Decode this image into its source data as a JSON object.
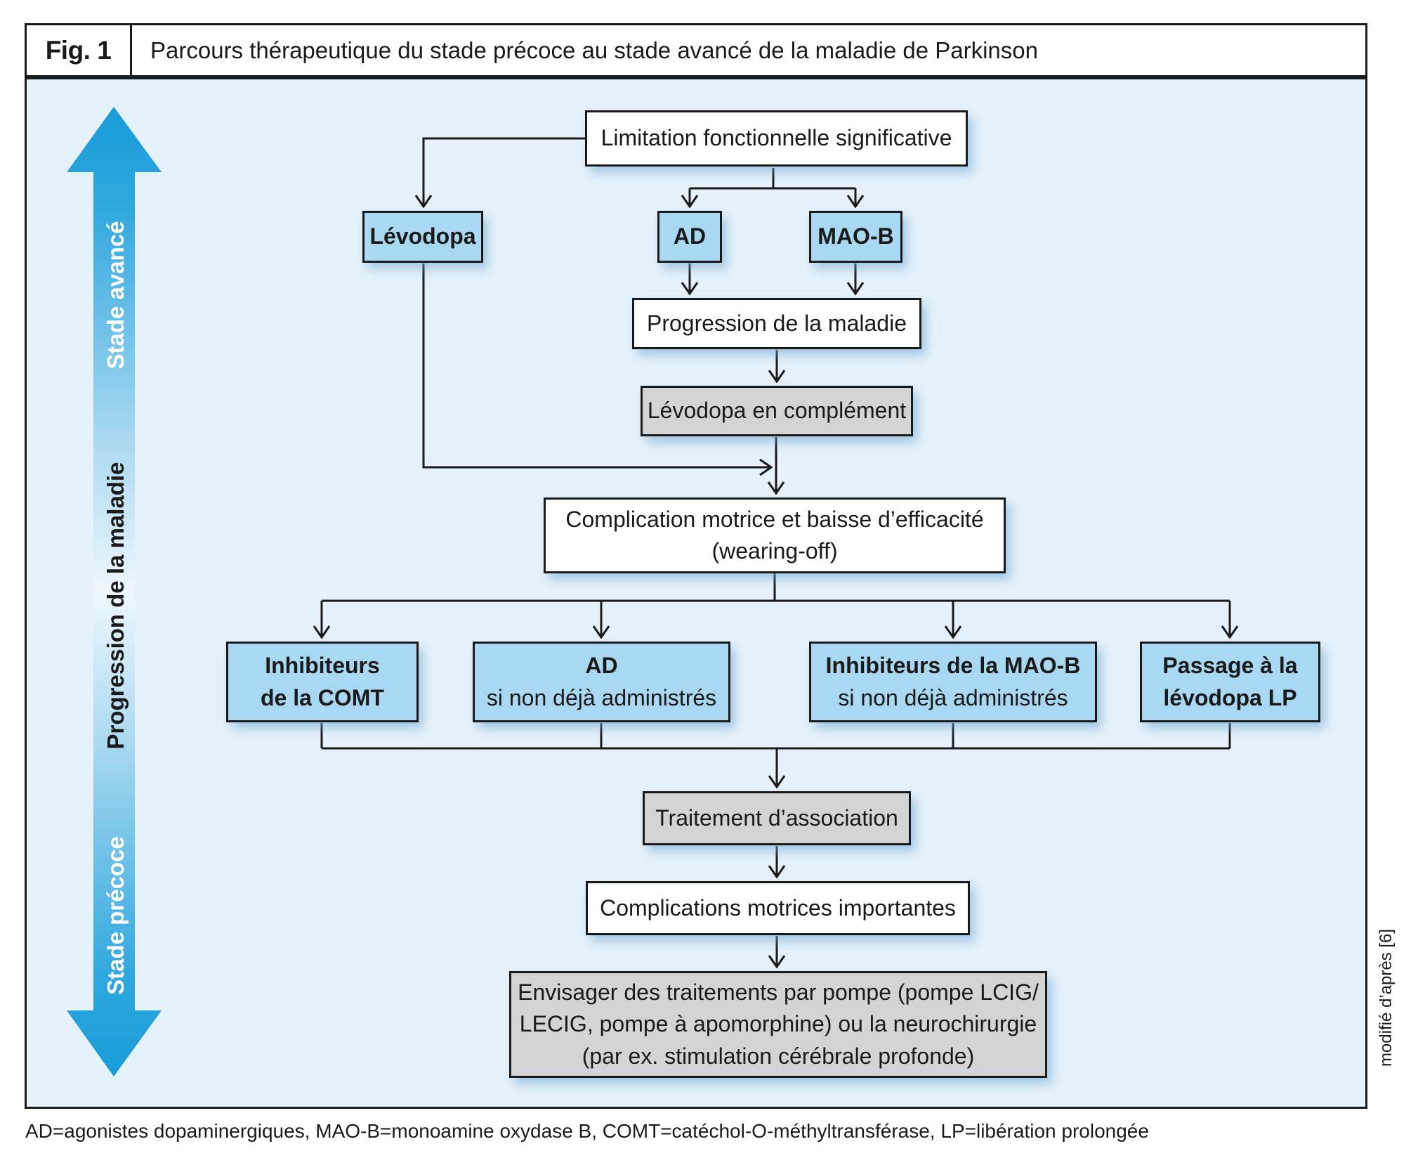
{
  "figure": {
    "label": "Fig. 1",
    "title": "Parcours thérapeutique du stade précoce au stade avancé de la maladie de Parkinson",
    "footnote": "AD=agonistes dopaminergiques, MAO-B=monoamine oxydase B, COMT=catéchol-O-méthyltransférase, LP=libération prolongée",
    "source_note": "modifié d’après [6]"
  },
  "stage_axis": {
    "top": "Stade avancé",
    "middle": "Progression de la maladie",
    "bottom": "Stade précoce"
  },
  "nodes": {
    "limitation": "Limitation fonctionnelle significative",
    "levodopa": "Lévodopa",
    "ad": "AD",
    "maob": "MAO-B",
    "progression": "Progression de la maladie",
    "levodopa_complement": "Lévodopa en complément",
    "complication_line1": "Complication motrice et baisse d’efficacité",
    "complication_line2": "(wearing-off)",
    "comt_line1": "Inhibiteurs",
    "comt_line2": "de la COMT",
    "ad2_line1": "AD",
    "ad2_line2": "si non déjà administrés",
    "maob2_line1": "Inhibiteurs de la MAO-B",
    "maob2_line2": "si non déjà administrés",
    "lp_line1": "Passage à la",
    "lp_line2": "lévodopa LP",
    "association": "Traitement d’association",
    "complications_importantes": "Complications motrices importantes",
    "pompe_line1": "Envisager des traitements par pompe (pompe LCIG/",
    "pompe_line2": "LECIG, pompe à apomorphine) ou la neurochirurgie",
    "pompe_line3": "(par ex. stimulation cérébrale profonde)"
  },
  "colors": {
    "background": "#e6f2fb",
    "node_blue": "#a9d8f2",
    "node_gray": "#d4d4d4",
    "node_white": "#ffffff",
    "stage_arrow_blue": "#189cd8",
    "line": "#1a1a1a"
  }
}
